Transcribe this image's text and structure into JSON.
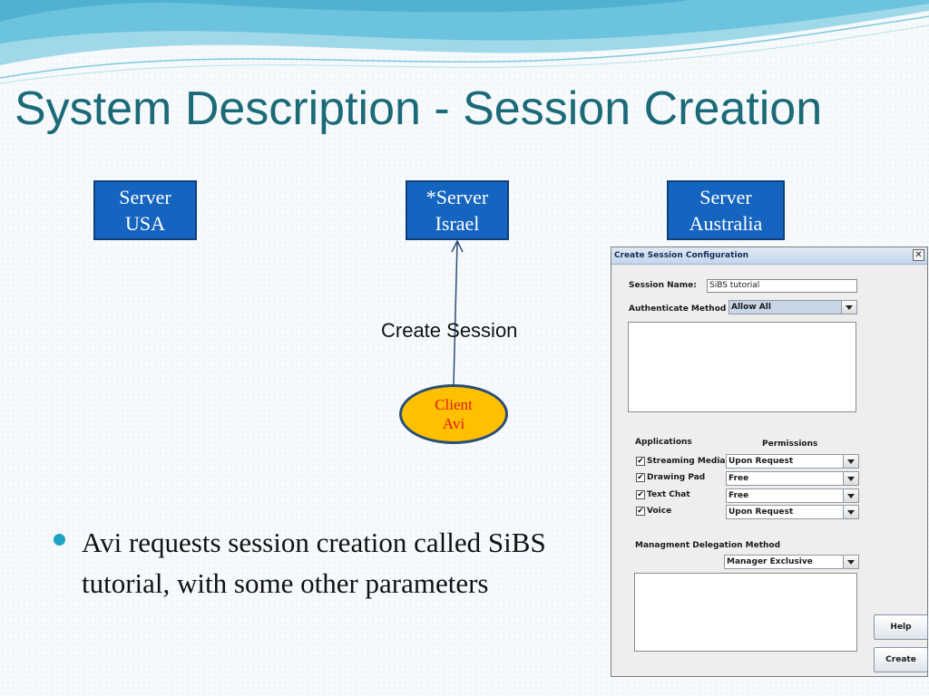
{
  "slide": {
    "title": "System Description - Session Creation",
    "servers": [
      {
        "line1": "Server",
        "line2": "USA"
      },
      {
        "line1": "*Server",
        "line2": "Israel"
      },
      {
        "line1": "Server",
        "line2": "Australia"
      }
    ],
    "arrow_label": "Create Session",
    "client": {
      "line1": "Client",
      "line2": "Avi"
    },
    "bullet": "Avi requests session creation called SiBS tutorial, with some other parameters"
  },
  "dialog": {
    "title": "Create Session Configuration",
    "close_glyph": "✕",
    "session_name_label": "Session Name:",
    "session_name_value": "SiBS tutorial",
    "auth_label": "Authenticate Method",
    "auth_value": "Allow All",
    "applications_header": "Applications",
    "permissions_header": "Permissions",
    "applications": [
      {
        "name": "Streaming Media",
        "checked": true,
        "permission": "Upon Request"
      },
      {
        "name": "Drawing Pad",
        "checked": true,
        "permission": "Free"
      },
      {
        "name": "Text Chat",
        "checked": true,
        "permission": "Free"
      },
      {
        "name": "Voice",
        "checked": true,
        "permission": "Upon Request"
      }
    ],
    "delegation_label": "Managment Delegation Method",
    "delegation_value": "Manager Exclusive",
    "help_label": "Help",
    "create_label": "Create",
    "check_glyph": "✔"
  },
  "colors": {
    "title": "#1b6a78",
    "server_box": "#1565c0",
    "client_fill": "#ffc000",
    "client_text": "#e01a1a",
    "bullet": "#1fa3c4"
  }
}
